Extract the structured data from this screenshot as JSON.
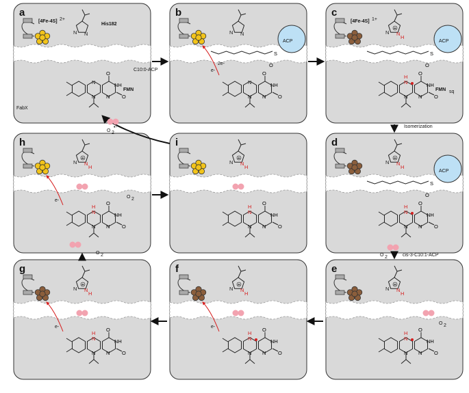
{
  "panels": [
    {
      "id": "a",
      "label": "a",
      "cluster": "[4Fe-4S]",
      "cluster_sup": "2+",
      "his_label": "His182",
      "fmn_label": "FMN",
      "enzyme_label": "FabX",
      "oxidized": true,
      "acp": false
    },
    {
      "id": "b",
      "label": "b",
      "acp": true,
      "acp_label": "ACP",
      "e_label": "e-",
      "two_e_label": "2e-",
      "oxidized": true
    },
    {
      "id": "c",
      "label": "c",
      "cluster": "[4Fe-4S]",
      "cluster_sup": "1+",
      "fmn_label": "FMN",
      "fmn_sub": "sq",
      "acp": true,
      "acp_label": "ACP",
      "oxidized": false
    },
    {
      "id": "d",
      "label": "d",
      "acp": true,
      "acp_label": "ACP",
      "oxidized": false
    },
    {
      "id": "e",
      "label": "e",
      "acp": false,
      "oxidized": false,
      "o2": "O",
      "o2_sub": "2"
    },
    {
      "id": "f",
      "label": "f",
      "acp": false,
      "oxidized": false,
      "e_label": "e-"
    },
    {
      "id": "g",
      "label": "g",
      "acp": false,
      "oxidized": false,
      "e_label": "e-"
    },
    {
      "id": "h",
      "label": "h",
      "acp": false,
      "oxidized": true,
      "e_label": "e-",
      "o2": "O",
      "o2_sub": "2"
    },
    {
      "id": "i",
      "label": "i",
      "acp": false,
      "oxidized": true
    }
  ],
  "arrows": {
    "a_to_b": "C10:0-ACP",
    "c_to_d": "Isomerization",
    "d_to_e": "cis-3-C10:1-ACP",
    "d_to_e_o2": "O",
    "d_to_e_o2_sub": "2",
    "g_to_h_o2": "O",
    "g_to_h_o2_sub": "2",
    "superoxide": "O",
    "superoxide_sub": "2",
    "superoxide_sup": "•-"
  },
  "colors": {
    "panel_fill": "#d9d9d9",
    "cluster_ox": "#f2c41a",
    "cluster_red": "#8b5e3c",
    "acp_fill": "#bde0f5",
    "red": "#d61f1f",
    "o2_pink": "#f2a3b0"
  }
}
